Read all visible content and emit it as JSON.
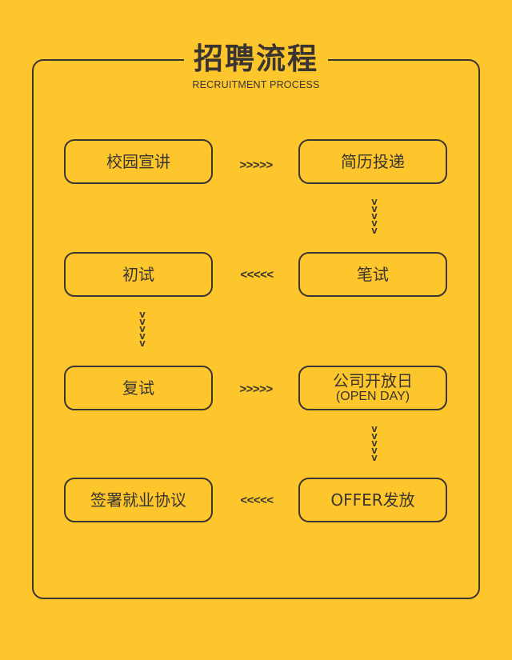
{
  "title": "招聘流程",
  "subtitle": "RECRUITMENT PROCESS",
  "steps": [
    {
      "label": "校园宣讲",
      "sub": ""
    },
    {
      "label": "简历投递",
      "sub": ""
    },
    {
      "label": "笔试",
      "sub": ""
    },
    {
      "label": "初试",
      "sub": ""
    },
    {
      "label": "复试",
      "sub": ""
    },
    {
      "label": "公司开放日",
      "sub": "(OPEN DAY)"
    },
    {
      "label": "OFFER发放",
      "sub": ""
    },
    {
      "label": "签署就业协议",
      "sub": ""
    }
  ],
  "arrows": {
    "right": ">>>>>",
    "left": "<<<<<",
    "down": "v\nv\nv\nv\nv"
  }
}
